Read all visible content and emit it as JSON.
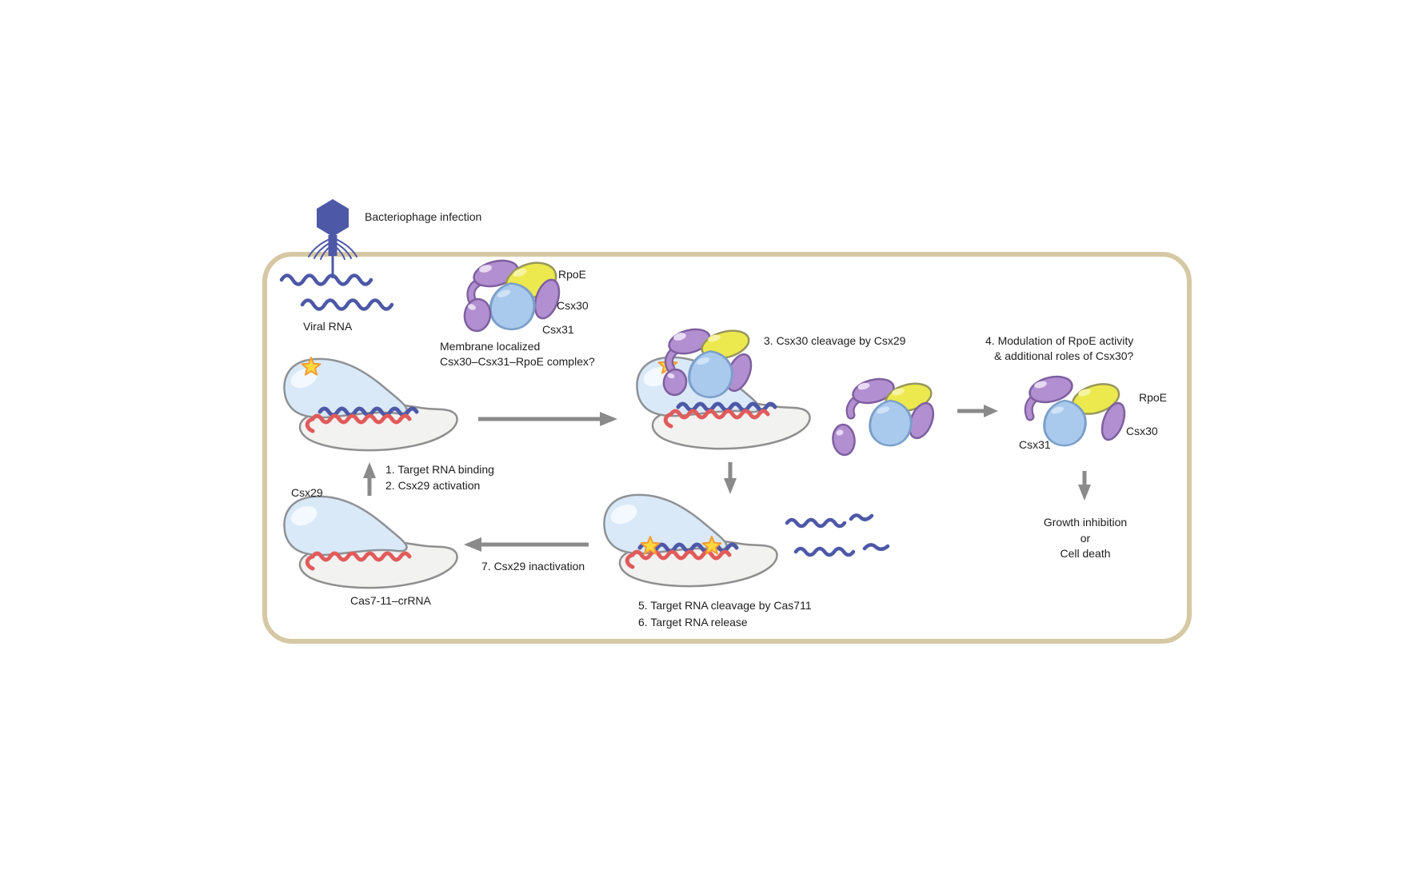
{
  "figure": {
    "phage_label": "Bacteriophage infection",
    "viral_rna_label": "Viral RNA",
    "membrane_caption_line1": "Membrane localized",
    "membrane_caption_line2": "Csx30–Csx31–RpoE complex?",
    "csx29_label": "Csx29",
    "cas7_11_crrna_label": "Cas7-11–crRNA"
  },
  "protein_labels": {
    "top_complex": {
      "rpoe": "RpoE",
      "csx30": "Csx30",
      "csx31": "Csx31"
    },
    "right_complex": {
      "rpoe": "RpoE",
      "csx30": "Csx30",
      "csx31": "Csx31"
    }
  },
  "steps": {
    "step1": "1. Target RNA binding",
    "step2": "2. Csx29 activation",
    "step3": "3. Csx30 cleavage by Csx29",
    "step4_line1": "4. Modulation of RpoE activity",
    "step4_line2": "& additional roles of Csx30?",
    "step5": "5. Target RNA cleavage by Cas711",
    "step6": "6. Target RNA release",
    "step7": "7. Csx29 inactivation"
  },
  "outcome": {
    "line1": "Growth inhibition",
    "line2": "or",
    "line3": "Cell death"
  },
  "colors": {
    "membrane": "#d6c8a4",
    "phage_and_rna_blue": "#4d58a7",
    "csx30_purple": "#b28fd0",
    "rpoe_yellow": "#ece94f",
    "csx31_blue": "#a9c9ed",
    "csx29_light_blue": "#dae9f8",
    "cas7_11_gray": "#f2f2f1",
    "crrna_red": "#e15b5b",
    "activation_star": "#ffd83d",
    "arrow_gray": "#8a8a8a",
    "text": "#1d1d1d"
  }
}
